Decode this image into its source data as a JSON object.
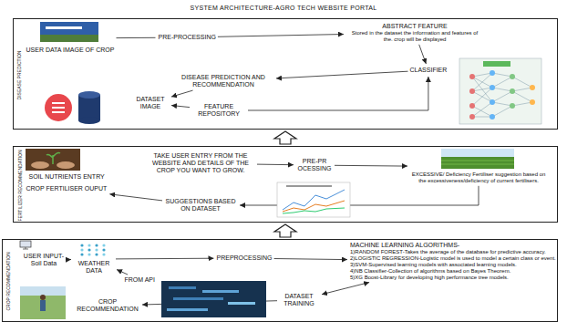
{
  "diagram": {
    "title": "SYSTEM ARCHITECTURE-AGRO TECH WEBSITE PORTAL",
    "nodes": [
      {
        "text": [
          "DISEASE PREDICTION"
        ]
      },
      {
        "text": [
          "USER DATA IMAGE OF CROP"
        ],
        "in": 0
      },
      {
        "text": [
          "PRE-PROCESSING"
        ],
        "in": 0
      },
      {
        "text": [
          "ABSTRACT FEATURE",
          "Stored in the dataset the information and features of the. crop will be displayed"
        ],
        "in": 0
      },
      {
        "text": [
          "CLASSIFIER"
        ],
        "in": 0
      },
      {
        "text": [
          "DISEASE PREDICTION AND RECOMMENDATION"
        ],
        "in": 0
      },
      {
        "text": [
          "DATASET IMAGE"
        ],
        "in": 0
      },
      {
        "text": [
          "FEATURE REPOSITORY"
        ],
        "in": 0
      },
      {
        "text": [
          "FERTILIZER RECOMMENDATION"
        ]
      },
      {
        "text": [
          "SOIL NUTRIENTS ENTRY"
        ],
        "in": 8
      },
      {
        "text": [
          "TAKE USER ENTRY FROM THE WEBSITE AND DETAILS OF THE CROP YOU WANT TO GROW."
        ],
        "in": 8
      },
      {
        "text": [
          "PRE-PR OCESSING"
        ],
        "in": 8
      },
      {
        "text": [
          "EXCESSIVE/ Deficiency Fertiliser suggestion based on the excessiveness/deficiency of current fertilisers."
        ],
        "in": 8
      },
      {
        "text": [
          "SUGGESTIONS BASED ON DATASET"
        ],
        "in": 8
      },
      {
        "text": [
          "CROP FERTILISER OUPUT"
        ],
        "in": 8
      },
      {
        "text": [
          "CROP RECOMMENDATION"
        ]
      },
      {
        "text": [
          "USER INPUT- Soil Data"
        ],
        "in": 15
      },
      {
        "text": [
          "WEATHER DATA"
        ],
        "in": 15
      },
      {
        "text": [
          "FROM API"
        ],
        "in": 15
      },
      {
        "text": [
          "PREPROCESSING"
        ],
        "in": 15
      },
      {
        "text": [
          "MACHINE LEARNING ALGORITHMS-",
          "1)RANDOM FOREST-Takes the average of the database for predictive accuracy.",
          "2)LOGISTIC REGRESSION-Logistic model is used to model a certain class or event.",
          "3)SVM-Supervised learning models with associated learning models.",
          "4)NB Classifier-Collection of algorithms based on Bayes Theorem.",
          "5)XG Boost-Library for developing high performance tree models."
        ],
        "in": 15
      },
      {
        "text": [
          "DATASET TRAINING"
        ],
        "in": 15
      },
      {
        "text": [
          "CROP RECOMMENDATION"
        ],
        "in": 15
      }
    ],
    "edges": [
      {
        "from": 1,
        "to": 2,
        "arrow": "none"
      },
      {
        "from": 2,
        "to": 3,
        "arrow": "to"
      },
      {
        "from": 3,
        "to": 4,
        "arrow": "to"
      },
      {
        "from": 4,
        "to": 5,
        "arrow": "to"
      },
      {
        "from": 5,
        "to": 6,
        "arrow": "to"
      },
      {
        "from": 7,
        "to": 6,
        "arrow": "to"
      },
      {
        "from": 7,
        "to": 4,
        "arrow": "to"
      },
      {
        "from": 8,
        "to": 0,
        "arrow": "to"
      },
      {
        "from": 10,
        "to": 11,
        "arrow": "to"
      },
      {
        "from": 11,
        "to": 12,
        "arrow": "to"
      },
      {
        "from": 12,
        "to": 13,
        "arrow": "to"
      },
      {
        "from": 13,
        "to": 14,
        "arrow": "to"
      },
      {
        "from": 15,
        "to": 8,
        "arrow": "to"
      },
      {
        "from": 16,
        "to": 17,
        "arrow": "to"
      },
      {
        "from": 18,
        "to": 17,
        "arrow": "to"
      },
      {
        "from": 17,
        "to": 19,
        "arrow": "to"
      },
      {
        "from": 19,
        "to": 20,
        "arrow": "to"
      },
      {
        "from": 20,
        "to": 21,
        "arrow": "both"
      },
      {
        "from": 21,
        "to": 22,
        "arrow": "to"
      }
    ]
  }
}
